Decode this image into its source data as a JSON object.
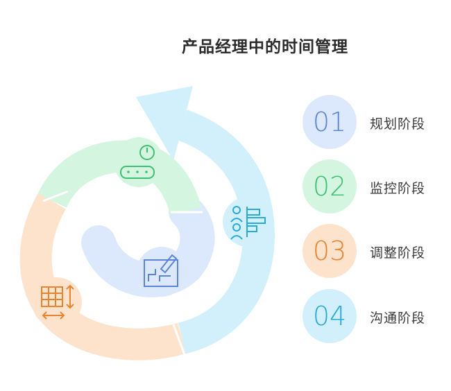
{
  "title": "产品经理中的时间管理",
  "colors": {
    "blue_light": "#dce8fb",
    "blue_text": "#5b84d6",
    "green_light": "#d4f5e0",
    "green_text": "#3fbf73",
    "orange_light": "#fde3cc",
    "orange_text": "#e8832f",
    "cyan_light": "#d2f0fb",
    "cyan_text": "#29a9d8"
  },
  "steps": [
    {
      "number": "01",
      "label": "规划阶段",
      "icon": "blueprint-pencil-icon"
    },
    {
      "number": "02",
      "label": "监控阶段",
      "icon": "conveyor-gauge-icon"
    },
    {
      "number": "03",
      "label": "调整阶段",
      "icon": "table-resize-icon"
    },
    {
      "number": "04",
      "label": "沟通阶段",
      "icon": "people-chart-icon"
    }
  ]
}
